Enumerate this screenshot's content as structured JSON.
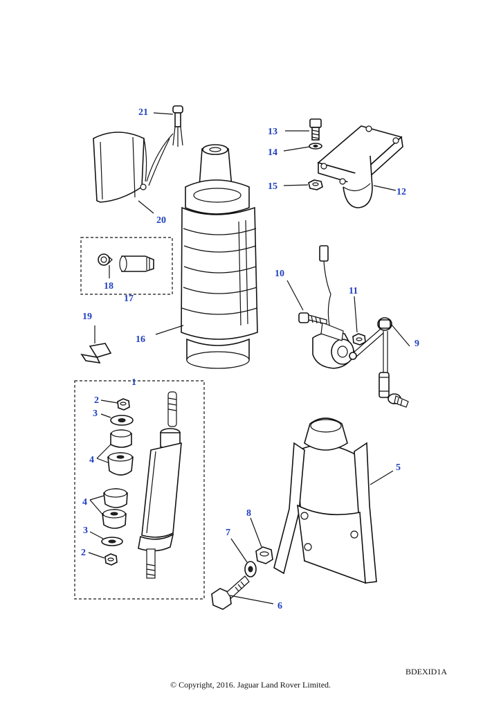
{
  "callouts": {
    "c21": "21",
    "c20": "20",
    "c13": "13",
    "c14": "14",
    "c15": "15",
    "c12": "12",
    "c18": "18",
    "c17": "17",
    "c10": "10",
    "c11": "11",
    "c9": "9",
    "c19": "19",
    "c16": "16",
    "c1": "1",
    "c2a": "2",
    "c3a": "3",
    "c4a": "4",
    "c4b": "4",
    "c3b": "3",
    "c2b": "2",
    "c5": "5",
    "c8": "8",
    "c7": "7",
    "c6": "6"
  },
  "footer": {
    "ref_code": "BDEXID1A",
    "copyright": "© Copyright, 2016. Jaguar Land Rover Limited."
  },
  "colors": {
    "callout": "#1f3fbf",
    "line": "#111111",
    "background": "#ffffff"
  }
}
